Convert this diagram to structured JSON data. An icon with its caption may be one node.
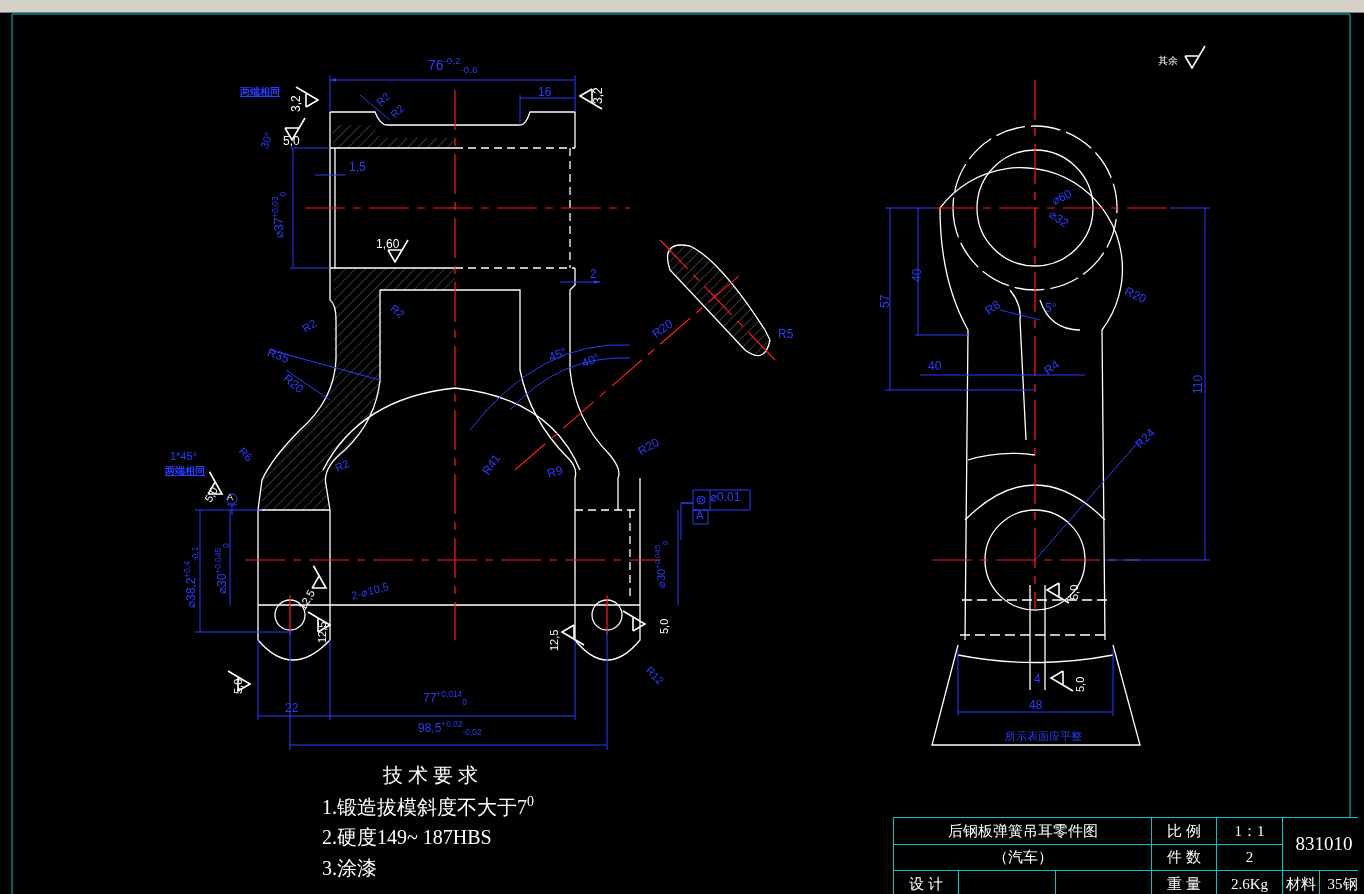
{
  "diagram": {
    "labels": [
      "76$^{-0,2}$$_{-0,6}$",
      "两端相同",
      "3,2",
      "R2",
      "R2",
      "16",
      "3,2",
      "30°",
      "5,0",
      "1,5",
      "⌀37$^{+0,03}$$_{0}$",
      "1,60",
      "2",
      "R2",
      "R2",
      "R35",
      "R20",
      "45°",
      "40°",
      "R20",
      "R5",
      "R41",
      "R9",
      "R20",
      "R6",
      "R2",
      "1*45°",
      "两端相同",
      "5,0",
      "A",
      "⌀0.01",
      "A",
      "⌀38,2$^{+0,4}$$_{-0,1}$",
      "⌀30$^{+0,045}$$_{0}$",
      "⌀30$^{+0,045}$$_{0}$",
      "12,5",
      "2-⌀10,5",
      "12,5",
      "12,5",
      "5,0",
      "R12",
      "5,0",
      "22",
      "77$^{+0,014}$$_{0}$",
      "98,5$^{+0,02}$$_{-0,02}$",
      "其余",
      "⌀60",
      "⌀32",
      "57",
      "40",
      "R8",
      "R20",
      "5°",
      "40",
      "R4",
      "110",
      "R24",
      "5,0",
      "4",
      "5,0",
      "48",
      "所示表面应平整",
      "技 术 要 求",
      "1.锻造拔模斜度不大于7$^{0}$",
      "2.硬度149~ 187HBS",
      "3.涂漆",
      "后钢板弹簧吊耳零件图",
      "（汽车）",
      "比 例",
      "1：1",
      "831010",
      "件 数",
      "2",
      "设 计",
      "重 量",
      "2.6Kg",
      "材料",
      "35钢"
    ]
  }
}
